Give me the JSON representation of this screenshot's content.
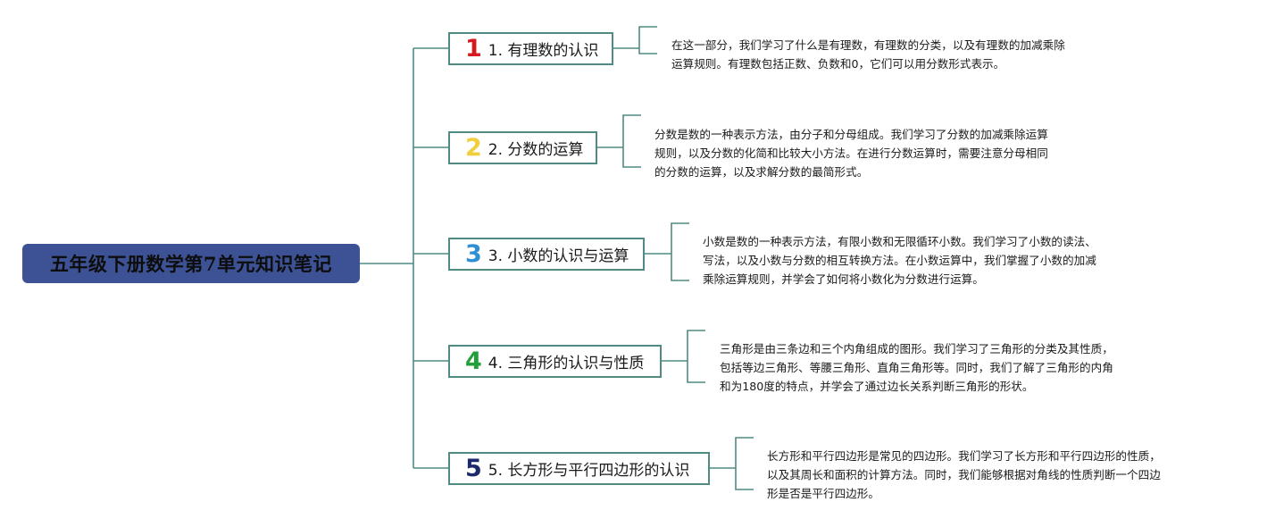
{
  "root": {
    "title": "五年级下册数学第7单元知识笔记",
    "color": "#3c5295"
  },
  "line_color": "#4f8a83",
  "topics": [
    {
      "number": "1",
      "number_color": "#d7191f",
      "title": "1. 有理数的认识",
      "note": [
        "在这一部分，我们学习了什么是有理数，有理数的分类，以及有理数的加减乘除",
        "运算规则。有理数包括正数、负数和0，它们可以用分数形式表示。"
      ]
    },
    {
      "number": "2",
      "number_color": "#f1cf3c",
      "title": "2. 分数的运算",
      "note": [
        "分数是数的一种表示方法，由分子和分母组成。我们学习了分数的加减乘除运算",
        "规则，以及分数的化简和比较大小方法。在进行分数运算时，需要注意分母相同",
        "的分数的运算，以及求解分数的最简形式。"
      ]
    },
    {
      "number": "3",
      "number_color": "#2f8fd5",
      "title": "3. 小数的认识与运算",
      "note": [
        "小数是数的一种表示方法，有限小数和无限循环小数。我们学习了小数的读法、",
        "写法，以及小数与分数的相互转换方法。在小数运算中，我们掌握了小数的加减",
        "乘除运算规则，并学会了如何将小数化为分数进行运算。"
      ]
    },
    {
      "number": "4",
      "number_color": "#21a03a",
      "title": "4. 三角形的认识与性质",
      "note": [
        "三角形是由三条边和三个内角组成的图形。我们学习了三角形的分类及其性质，",
        "包括等边三角形、等腰三角形、直角三角形等。同时，我们了解了三角形的内角",
        "和为180度的特点，并学会了通过边长关系判断三角形的形状。"
      ]
    },
    {
      "number": "5",
      "number_color": "#1c2a6b",
      "title": "5. 长方形与平行四边形的认识",
      "note": [
        "长方形和平行四边形是常见的四边形。我们学习了长方形和平行四边形的性质，",
        "以及其周长和面积的计算方法。同时，我们能够根据对角线的性质判断一个四边",
        "形是否是平行四边形。"
      ]
    }
  ]
}
